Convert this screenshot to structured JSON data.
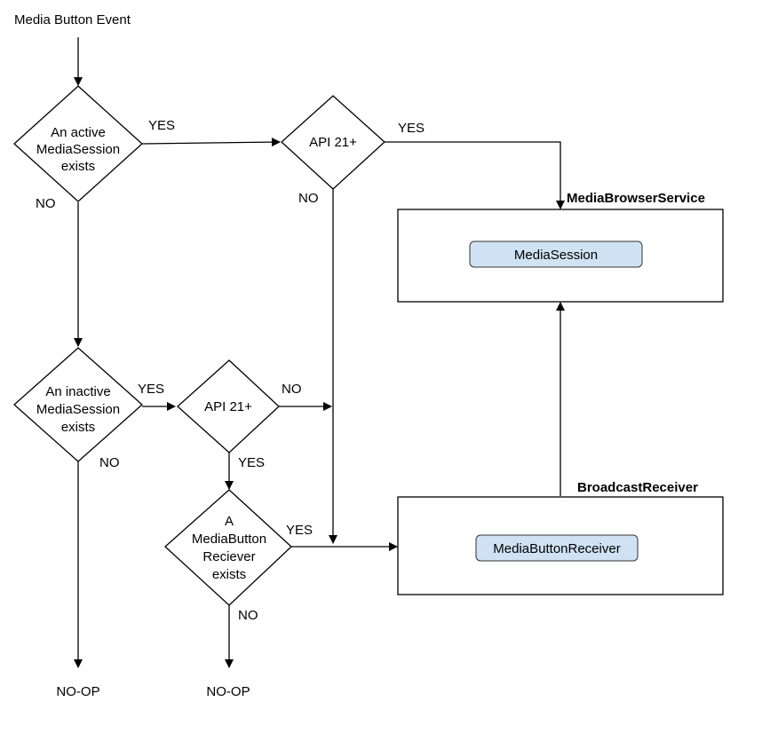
{
  "diagram": {
    "start_label": "Media Button Event",
    "decision_active_session": [
      "An active",
      "MediaSession",
      "exists"
    ],
    "decision_api21_top": "API 21+",
    "decision_inactive_session": [
      "An inactive",
      "MediaSession",
      "exists"
    ],
    "decision_api21_mid": "API 21+",
    "decision_mediabutton_receiver": [
      "A",
      "MediaButton",
      "Reciever",
      "exists"
    ],
    "container_service_title": "MediaBrowserService",
    "media_session_label": "MediaSession",
    "container_receiver_title": "BroadcastReceiver",
    "media_button_receiver_label": "MediaButtonReceiver",
    "edge_labels": {
      "active_yes": "YES",
      "active_no": "NO",
      "api_top_yes": "YES",
      "api_top_no": "NO",
      "inactive_yes": "YES",
      "inactive_no": "NO",
      "api_mid_no": "NO",
      "api_mid_yes": "YES",
      "receiver_yes": "YES",
      "receiver_no": "NO"
    },
    "terminal_noop_left": "NO-OP",
    "terminal_noop_mid": "NO-OP"
  },
  "colors": {
    "line": "#000000",
    "pill_fill": "#cfe2f3",
    "background": "#ffffff"
  }
}
